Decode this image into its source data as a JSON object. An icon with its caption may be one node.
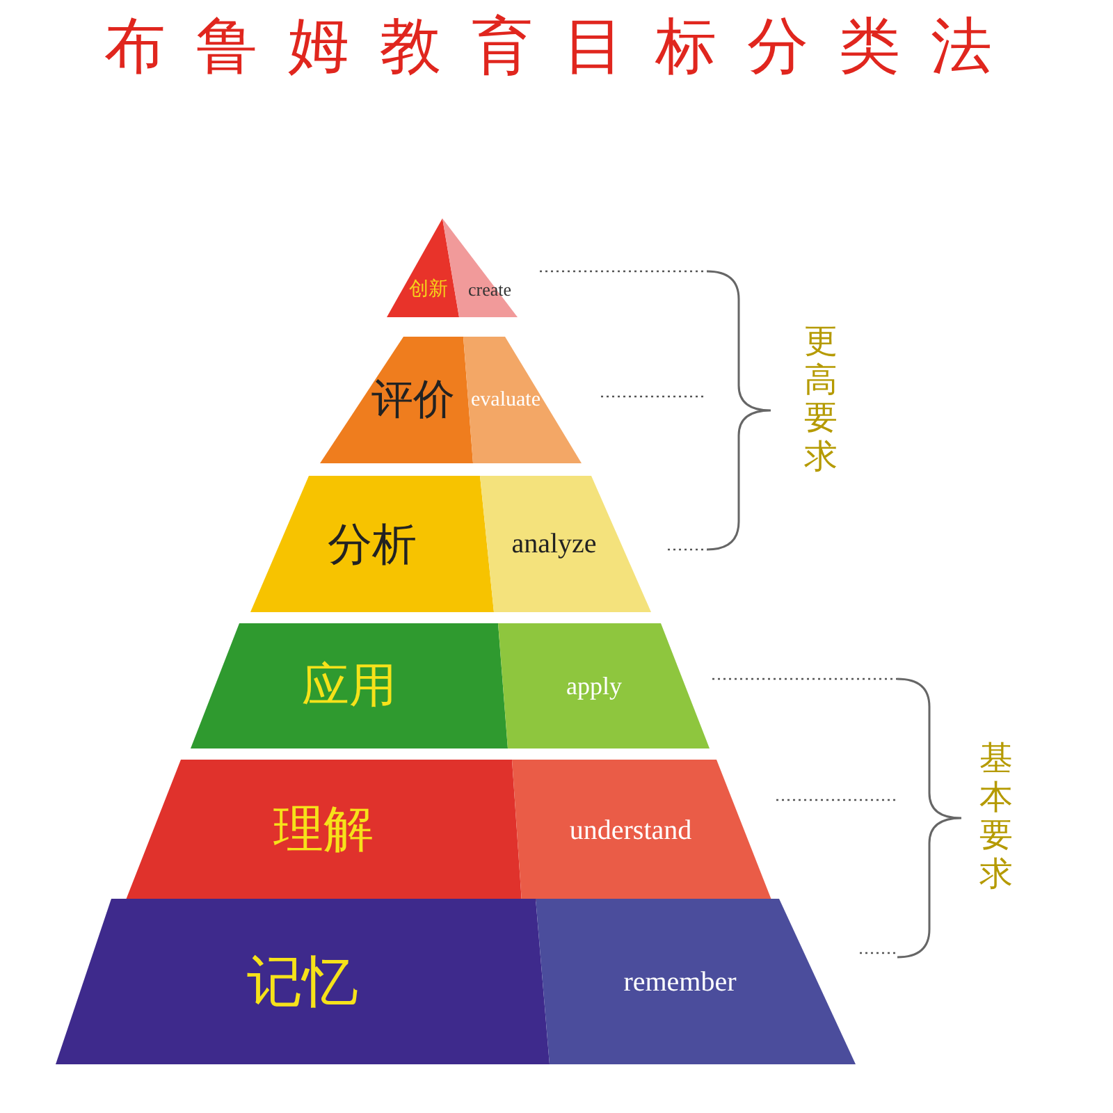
{
  "diagram": {
    "title": "布鲁姆教育目标分类法",
    "nodes": [
      {
        "text": [
          "创新",
          "create"
        ]
      },
      {
        "text": [
          "评价",
          "evaluate"
        ]
      },
      {
        "text": [
          "分析",
          "analyze"
        ]
      },
      {
        "text": [
          "应用",
          "apply"
        ]
      },
      {
        "text": [
          "理解",
          "understand"
        ]
      },
      {
        "text": [
          "记忆",
          "remember"
        ]
      },
      {
        "text": [],
        "shape": "brace"
      },
      {
        "text": [],
        "shape": "brace"
      }
    ],
    "edges": [
      {
        "from": 0,
        "to": 6,
        "arrow": "none",
        "style": "dashed"
      },
      {
        "from": 1,
        "to": 6,
        "arrow": "none",
        "style": "dashed"
      },
      {
        "from": 2,
        "to": 6,
        "arrow": "none",
        "style": "dashed"
      },
      {
        "from": 3,
        "to": 7,
        "arrow": "none",
        "style": "dashed"
      },
      {
        "from": 4,
        "to": 7,
        "arrow": "none",
        "style": "dashed"
      },
      {
        "from": 5,
        "to": 7,
        "arrow": "none",
        "style": "dashed"
      }
    ],
    "labels": [
      "更高要求",
      "基本要求"
    ]
  }
}
